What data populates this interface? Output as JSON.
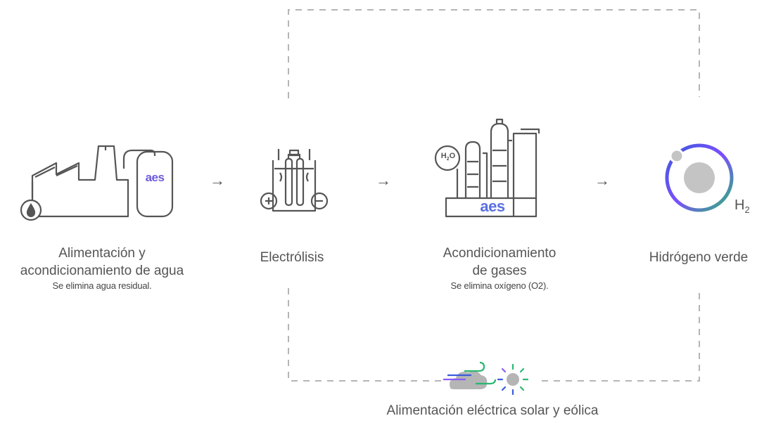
{
  "brand": {
    "logo_text": "aes"
  },
  "steps": [
    {
      "id": "water",
      "title_line1": "Alimentación y",
      "title_line2": "acondicionamiento de agua",
      "note": "Se elimina agua residual."
    },
    {
      "id": "electrolysis",
      "title_line1": "Electrólisis",
      "title_line2": "",
      "note": ""
    },
    {
      "id": "gases",
      "title_line1": "Acondicionamiento",
      "title_line2": "de gases",
      "note": "Se elimina oxígeno (O2)."
    },
    {
      "id": "hydrogen",
      "title_line1": "Hidrógeno verde",
      "title_line2": "",
      "note": ""
    }
  ],
  "h2_label": {
    "base": "H",
    "subscript": "2"
  },
  "h2o_badge": {
    "base": "H",
    "sub": "2",
    "tail": "O"
  },
  "arrows": [
    "→",
    "→",
    "→"
  ],
  "power": {
    "label": "Alimentación eléctrica solar y eólica",
    "icons": [
      "wind-cloud-icon",
      "sun-icon"
    ]
  },
  "colors": {
    "line": "#555555",
    "dash": "#b5b5b5",
    "blue": "#3b5bdb",
    "green": "#2bb673",
    "purple": "#8a5cf6",
    "gray": "#c4c4c4"
  }
}
